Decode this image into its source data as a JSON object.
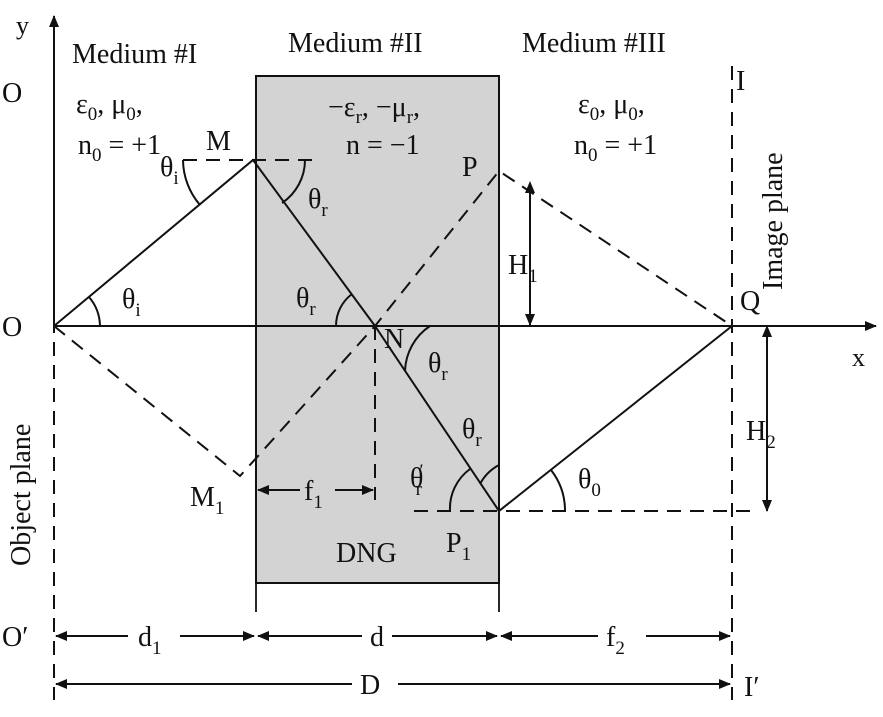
{
  "axes": {
    "y": "y",
    "x": "x"
  },
  "media": {
    "medium1": {
      "title": "Medium #I",
      "line1": "ε",
      "line1_sub1": "0",
      "line1_mid": ", μ",
      "line1_sub2": "0",
      "line1_end": ",",
      "line2": "n",
      "line2_sub": "0",
      "line2_end": " = +1"
    },
    "medium2": {
      "title": "Medium #II",
      "line1": "−ε",
      "line1_sub1": "r",
      "line1_mid": ", −μ",
      "line1_sub2": "r",
      "line1_end": ",",
      "line2": "n = −1"
    },
    "medium3": {
      "title": "Medium #III",
      "line1": "ε",
      "line1_sub1": "0",
      "line1_mid": ", μ",
      "line1_sub2": "0",
      "line1_end": ",",
      "line2": "n",
      "line2_sub": "0",
      "line2_end": " = +1"
    }
  },
  "slab_label": "DNG",
  "points": {
    "O_top": "O",
    "O_axis": "O",
    "O_bottom": "O′",
    "I_top": "I",
    "I_bottom": "I′",
    "M": "M",
    "M1": "M",
    "M1_sub": "1",
    "N": "N",
    "P": "P",
    "P1": "P",
    "P1_sub": "1",
    "Q": "Q"
  },
  "angles": {
    "theta": "θ",
    "i": "i",
    "r": "r",
    "r_prime": "′",
    "zero": "0"
  },
  "dimensions": {
    "d1": "d",
    "d1_sub": "1",
    "d": "d",
    "f2": "f",
    "f2_sub": "2",
    "f1": "f",
    "f1_sub": "1",
    "D": "D",
    "H1": "H",
    "H1_sub": "1",
    "H2": "H",
    "H2_sub": "2"
  },
  "planes": {
    "object": "Object plane",
    "image": "Image plane"
  }
}
